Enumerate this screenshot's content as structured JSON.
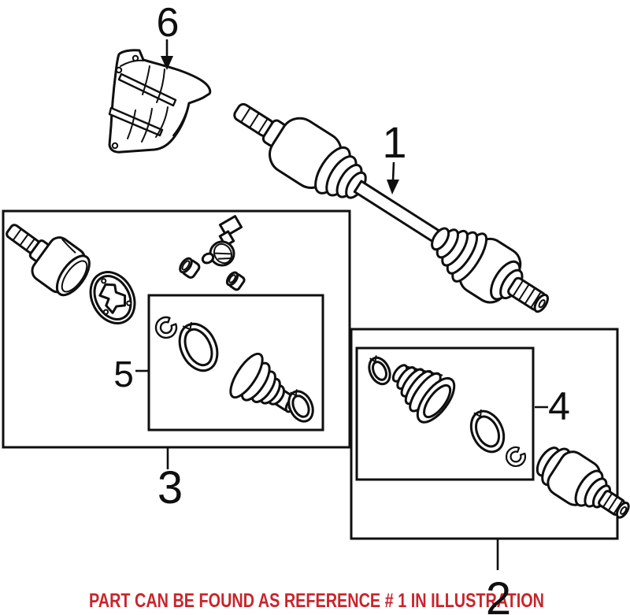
{
  "diagram": {
    "callouts": {
      "c1": "1",
      "c2": "2",
      "c3": "3",
      "c4": "4",
      "c5": "5",
      "c6": "6"
    },
    "note": "PART CAN BE FOUND AS REFERENCE # 1 IN ILLUSTRATION",
    "colors": {
      "line": "#0f0f0f",
      "background": "#ffffff",
      "note_red": "#c9242b"
    }
  }
}
